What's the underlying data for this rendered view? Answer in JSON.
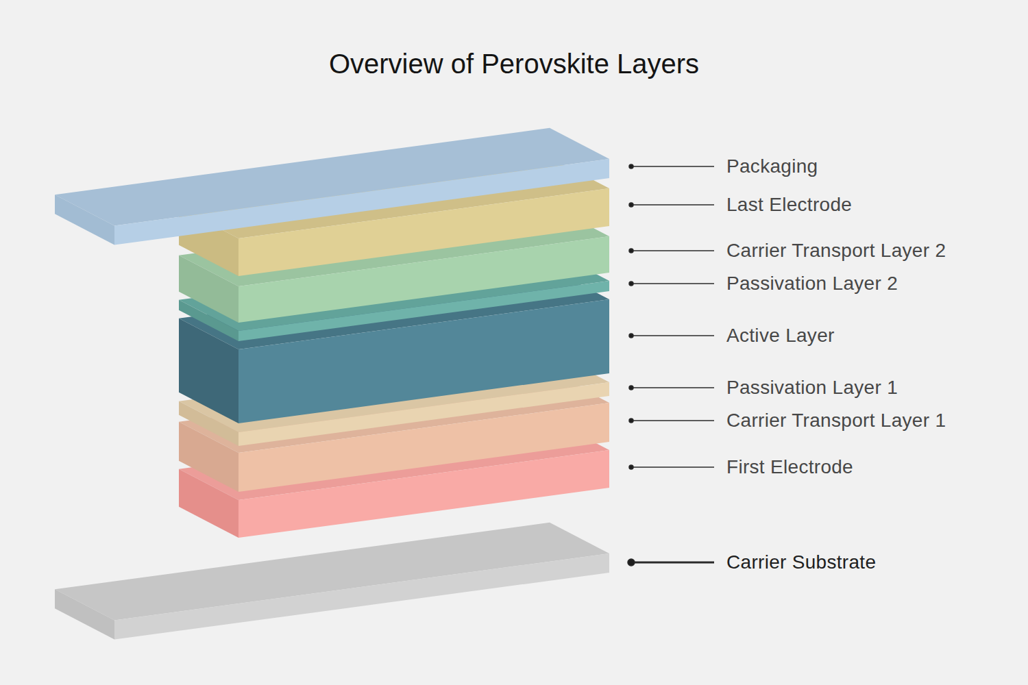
{
  "diagram": {
    "title": "Overview of Perovskite Layers",
    "labels": [
      "Packaging",
      "Last Electrode",
      "Carrier Transport Layer 2",
      "Passivation Layer 2",
      "Active Layer",
      "Passivation Layer 1",
      "Carrier Transport Layer 1",
      "First Electrode",
      "Carrier Substrate"
    ]
  }
}
